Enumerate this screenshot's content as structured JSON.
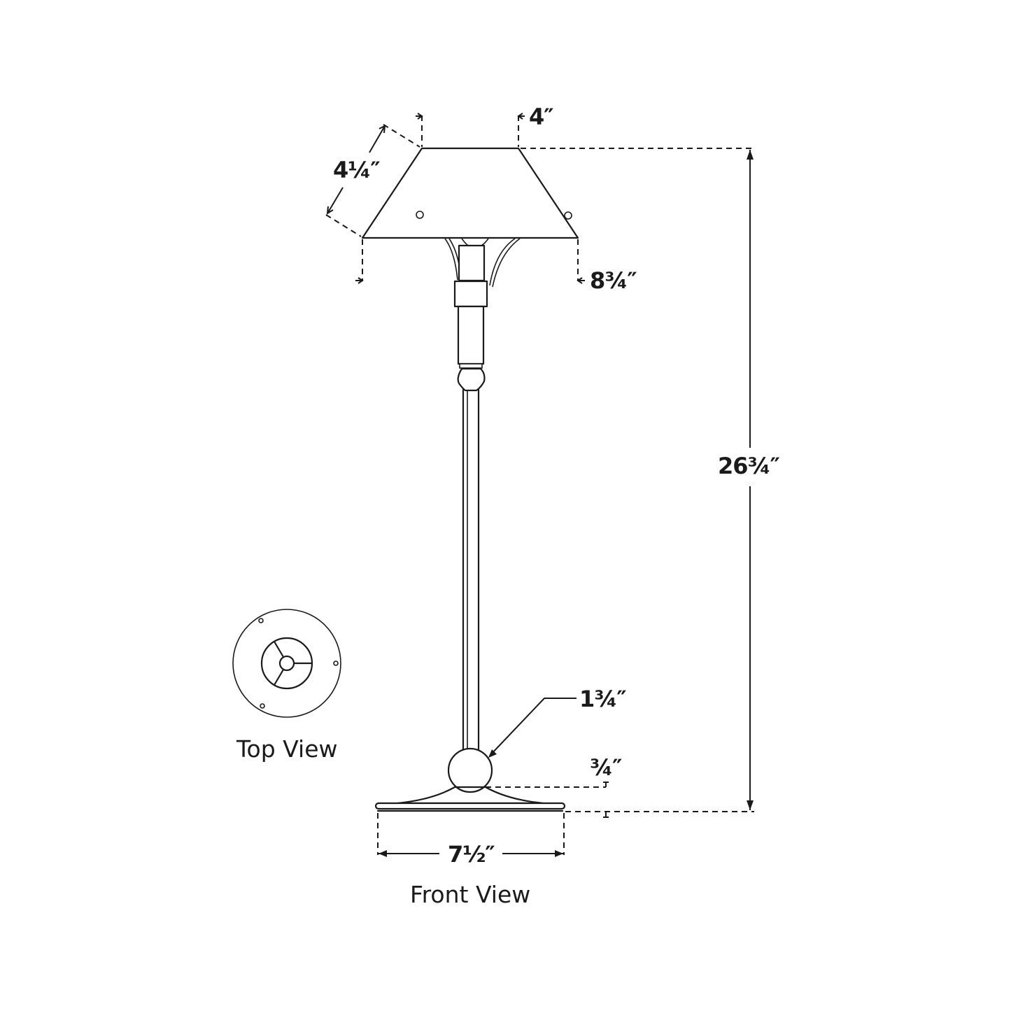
{
  "diagram": {
    "subject": "Table lamp dimension drawing",
    "views": {
      "front": {
        "label": "Front View"
      },
      "top": {
        "label": "Top View"
      }
    },
    "dimensions": {
      "shade_top_width": "4″",
      "shade_slant_height": "4¼″",
      "shade_bottom_width": "8¾″",
      "overall_height": "26¾″",
      "base_ball_diameter": "1¾″",
      "base_height": "¾″",
      "base_width": "7½″"
    }
  }
}
